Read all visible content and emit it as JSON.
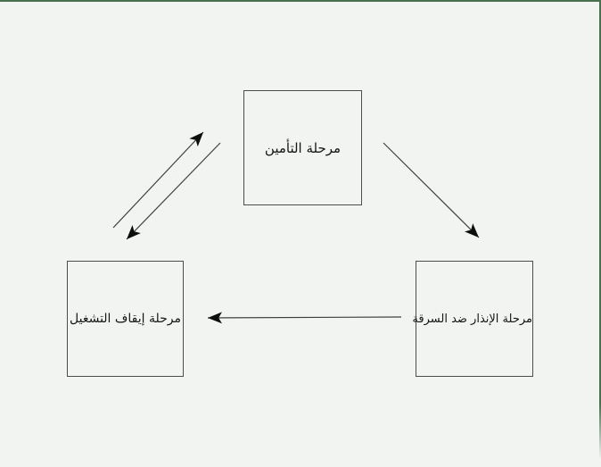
{
  "page": {
    "background_color": "#f2f4f2",
    "frame_border_color": "#47714f"
  },
  "diagram": {
    "nodes": [
      {
        "id": "security",
        "label": "مرحلة التأمين"
      },
      {
        "id": "shutdown",
        "label": "مرحلة إيقاف التشغيل"
      },
      {
        "id": "alarm",
        "label": "مرحلة الإنذار ضد السرقة"
      }
    ],
    "edges": [
      {
        "from": "shutdown",
        "to": "security"
      },
      {
        "from": "security",
        "to": "shutdown"
      },
      {
        "from": "security",
        "to": "alarm"
      },
      {
        "from": "alarm",
        "to": "shutdown"
      }
    ],
    "line_color": "#3f3f3f",
    "arrowhead_color": "#0d0d0d",
    "box_border_color": "#4c4c4c",
    "text_color": "#151515"
  }
}
